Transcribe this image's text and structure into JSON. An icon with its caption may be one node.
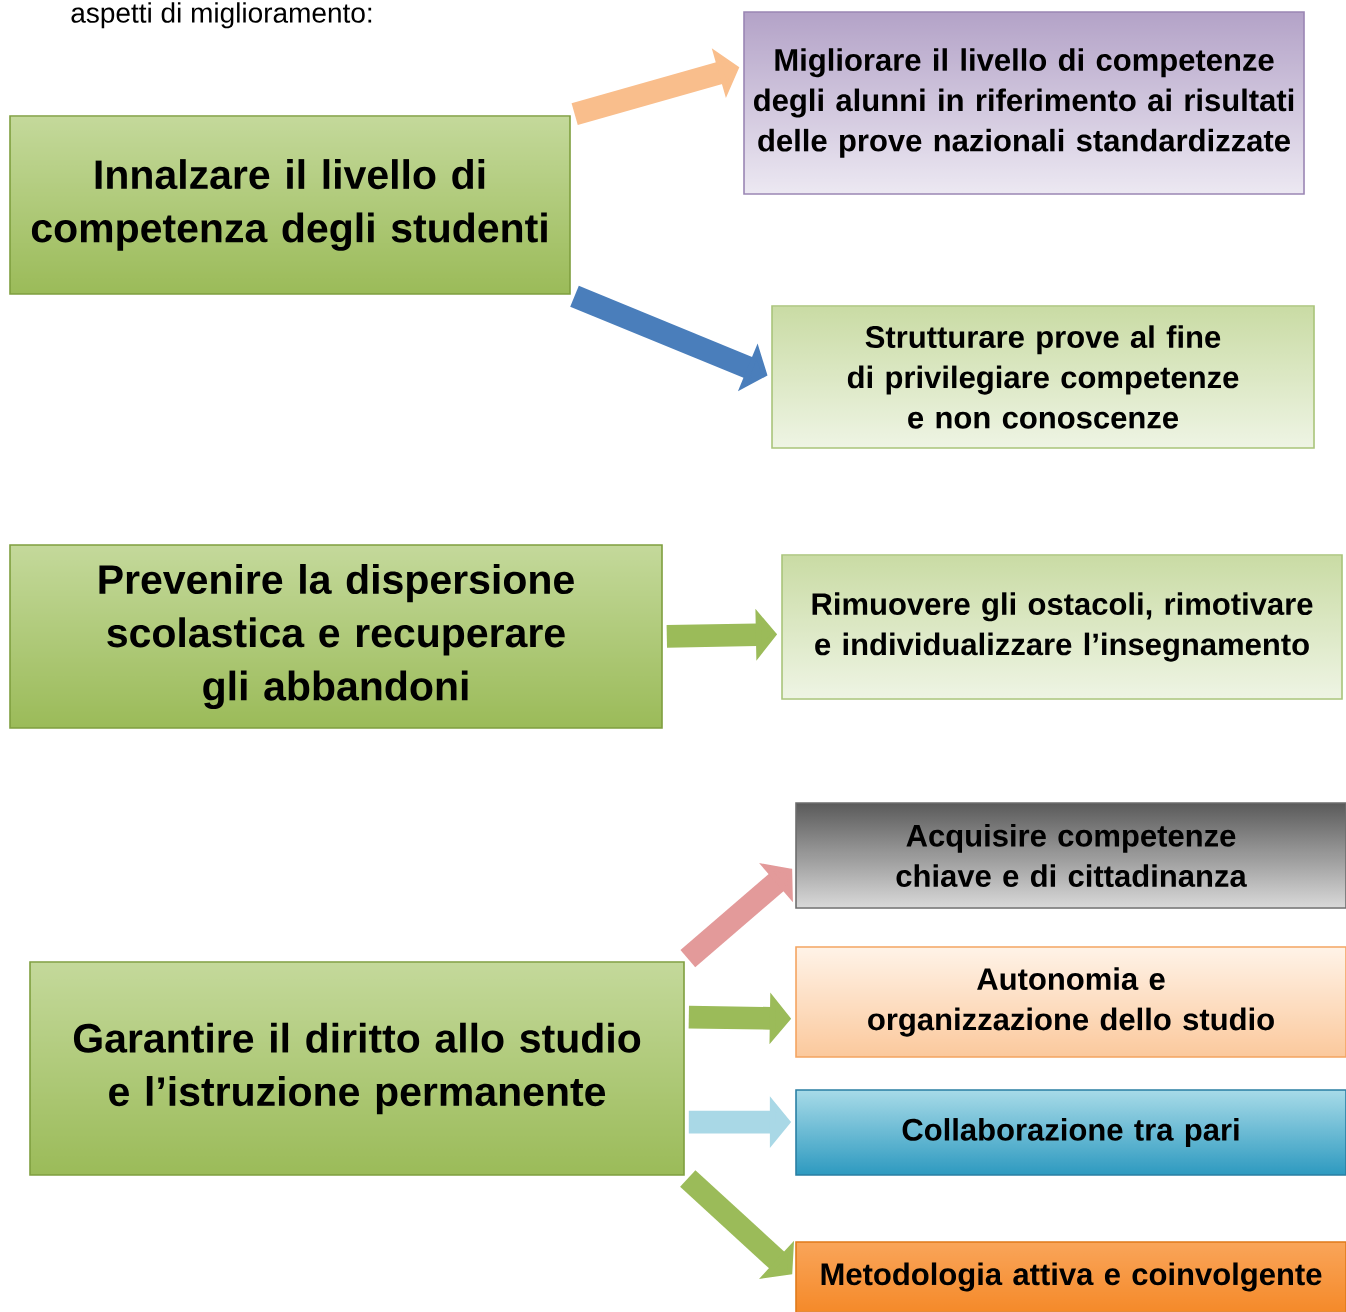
{
  "diagram": {
    "nodes": [
      {
        "text": [
          "Innalzare il livello di competenza degli studenti"
        ]
      },
      {
        "text": [
          "Migliorare il livello di competenze degli alunni in riferimento ai risultati delle prove nazionali standardizzate"
        ]
      },
      {
        "text": [
          "Strutturare prove al fine di privilegiare competenze e non conoscenze"
        ]
      },
      {
        "text": [
          "Prevenire la dispersione scolastica e recuperare gli abbandoni"
        ]
      },
      {
        "text": [
          "Rimuovere gli ostacoli, rimotivare e individualizzare l’insegnamento"
        ]
      },
      {
        "text": [
          "Garantire il diritto allo studio e l’istruzione permanente"
        ]
      },
      {
        "text": [
          "Acquisire competenze chiave e di cittadinanza"
        ]
      },
      {
        "text": [
          "Autonomia e organizzazione dello studio"
        ]
      },
      {
        "text": [
          "Collaborazione tra pari"
        ]
      },
      {
        "text": [
          "Metodologia attiva e coinvolgente"
        ]
      }
    ],
    "edges": [
      {
        "from": 0,
        "to": 1,
        "arrow": "to",
        "color": "#f9be8c"
      },
      {
        "from": 0,
        "to": 2,
        "arrow": "to",
        "color": "#4a7ebb"
      },
      {
        "from": 3,
        "to": 4,
        "arrow": "to"
      },
      {
        "from": 5,
        "to": 6,
        "arrow": "to",
        "color": "#e39a9a"
      },
      {
        "from": 5,
        "to": 7,
        "arrow": "to"
      },
      {
        "from": 5,
        "to": 8,
        "arrow": "to",
        "color": "#a9d8e6"
      },
      {
        "from": 5,
        "to": 9,
        "arrow": "to"
      }
    ],
    "labels": [
      "aspetti di miglioramento:"
    ]
  }
}
